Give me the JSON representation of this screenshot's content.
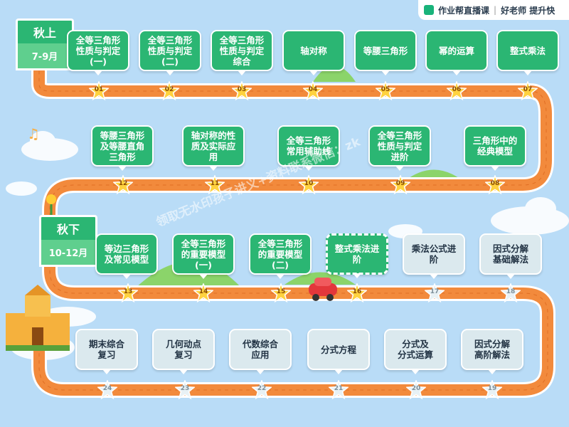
{
  "brand": {
    "name": "作业帮直播课",
    "separator": "|",
    "slogan": "好老师 提升快"
  },
  "seasons": [
    {
      "title": "秋上",
      "range": "7-9月"
    },
    {
      "title": "秋下",
      "range": "10-12月"
    }
  ],
  "lessons": [
    {
      "num": "01",
      "title": "全等三角形\n性质与判定\n(一)",
      "style": "green"
    },
    {
      "num": "02",
      "title": "全等三角形\n性质与判定\n(二)",
      "style": "green"
    },
    {
      "num": "03",
      "title": "全等三角形\n性质与判定\n综合",
      "style": "green"
    },
    {
      "num": "04",
      "title": "轴对称",
      "style": "green"
    },
    {
      "num": "05",
      "title": "等腰三角形",
      "style": "green"
    },
    {
      "num": "06",
      "title": "幂的运算",
      "style": "green"
    },
    {
      "num": "07",
      "title": "整式乘法",
      "style": "green"
    },
    {
      "num": "08",
      "title": "三角形中的\n经典模型",
      "style": "green"
    },
    {
      "num": "09",
      "title": "全等三角形\n性质与判定\n进阶",
      "style": "green"
    },
    {
      "num": "10",
      "title": "全等三角形\n常用辅助线",
      "style": "green"
    },
    {
      "num": "11",
      "title": "轴对称的性\n质及实际应\n用",
      "style": "green"
    },
    {
      "num": "12",
      "title": "等腰三角形\n及等腰直角\n三角形",
      "style": "green"
    },
    {
      "num": "13",
      "title": "等边三角形\n及常见模型",
      "style": "green"
    },
    {
      "num": "14",
      "title": "全等三角形\n的重要模型\n(一)",
      "style": "green"
    },
    {
      "num": "15",
      "title": "全等三角形\n的重要模型\n(二)",
      "style": "green"
    },
    {
      "num": "16",
      "title": "整式乘法进\n阶",
      "style": "green dashed"
    },
    {
      "num": "17",
      "title": "乘法公式进\n阶",
      "style": "grey"
    },
    {
      "num": "18",
      "title": "因式分解\n基础解法",
      "style": "grey"
    },
    {
      "num": "19",
      "title": "因式分解\n高阶解法",
      "style": "grey"
    },
    {
      "num": "20",
      "title": "分式及\n分式运算",
      "style": "grey"
    },
    {
      "num": "21",
      "title": "分式方程",
      "style": "grey"
    },
    {
      "num": "22",
      "title": "代数综合\n应用",
      "style": "grey"
    },
    {
      "num": "23",
      "title": "几何动点\n复习",
      "style": "grey"
    },
    {
      "num": "24",
      "title": "期末综合\n复习",
      "style": "grey"
    }
  ],
  "watermark": "领取无水印孩子讲义+资料联系微信：zk",
  "colors": {
    "road": "#f28a3c",
    "road_edge": "#ffffff",
    "green": "#2bb673",
    "grey": "#dbe9ee",
    "star": "#ffd23f",
    "sky": "#b9dcf7"
  }
}
